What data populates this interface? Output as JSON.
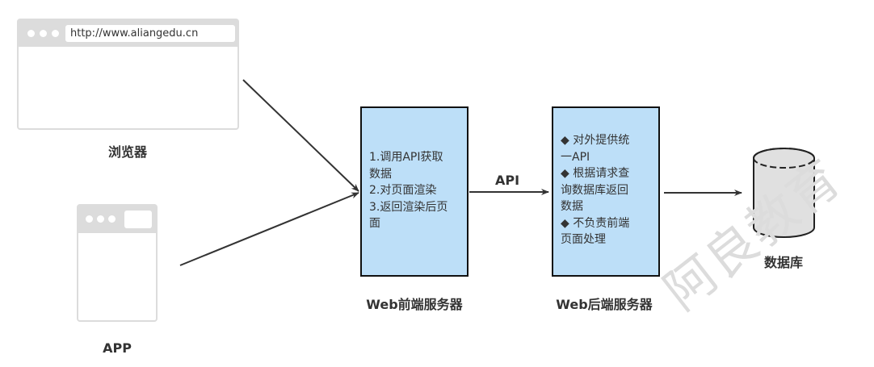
{
  "browser": {
    "url": "http://www.aliangedu.cn",
    "label": "浏览器",
    "icons": [
      "window-dot-icon",
      "window-dot-icon",
      "window-dot-icon"
    ]
  },
  "app": {
    "label": "APP"
  },
  "frontend_server": {
    "label": "Web前端服务器",
    "text": "1.调用API获取\n数据\n2.对页面渲染\n3.返回渲染后页\n面"
  },
  "api_link": {
    "label": "API"
  },
  "backend_server": {
    "label": "Web后端服务器",
    "text": "◆ 对外提供统\n一API\n◆ 根据请求查\n询数据库返回\n数据\n◆ 不负责前端\n页面处理"
  },
  "database": {
    "label": "数据库"
  },
  "watermark": {
    "text": "阿良教育"
  },
  "colors": {
    "server_fill": "#bddff8",
    "window_frame": "#dcdcdc",
    "database_fill": "#e0e0e0",
    "arrow": "#333333"
  }
}
